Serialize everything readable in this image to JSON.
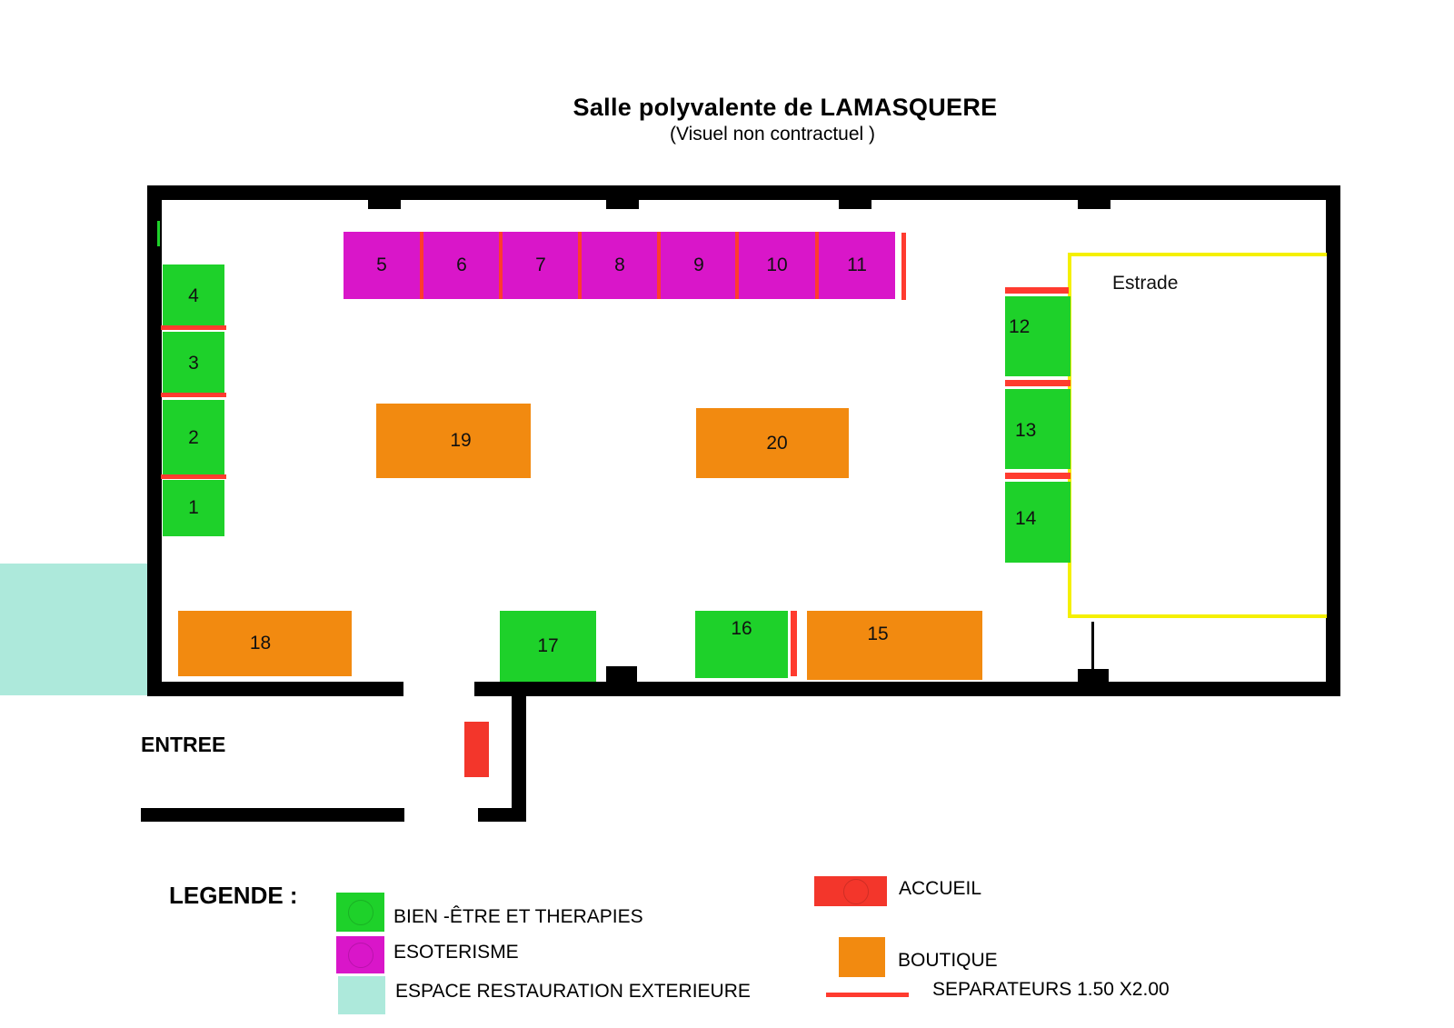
{
  "header": {
    "title": "Salle polyvalente de LAMASQUERE",
    "subtitle": "(Visuel non contractuel )"
  },
  "colors": {
    "bien_etre": "#1ed12a",
    "esoterisme": "#d916c9",
    "boutique": "#f28a10",
    "accueil": "#f3362b",
    "separateur": "#ff3b2f",
    "restauration": "#ade9db",
    "estrade_border": "#f5f000",
    "wall": "#000000"
  },
  "room": {
    "estrade_label": "Estrade",
    "entrance_label": "ENTREE"
  },
  "booths": [
    {
      "id": "1",
      "category": "bien_etre"
    },
    {
      "id": "2",
      "category": "bien_etre"
    },
    {
      "id": "3",
      "category": "bien_etre"
    },
    {
      "id": "4",
      "category": "bien_etre"
    },
    {
      "id": "5",
      "category": "esoterisme"
    },
    {
      "id": "6",
      "category": "esoterisme"
    },
    {
      "id": "7",
      "category": "esoterisme"
    },
    {
      "id": "8",
      "category": "esoterisme"
    },
    {
      "id": "9",
      "category": "esoterisme"
    },
    {
      "id": "10",
      "category": "esoterisme"
    },
    {
      "id": "11",
      "category": "esoterisme"
    },
    {
      "id": "12",
      "category": "bien_etre"
    },
    {
      "id": "13",
      "category": "bien_etre"
    },
    {
      "id": "14",
      "category": "bien_etre"
    },
    {
      "id": "15",
      "category": "boutique"
    },
    {
      "id": "16",
      "category": "bien_etre"
    },
    {
      "id": "17",
      "category": "bien_etre"
    },
    {
      "id": "18",
      "category": "boutique"
    },
    {
      "id": "19",
      "category": "boutique"
    },
    {
      "id": "20",
      "category": "boutique"
    }
  ],
  "legend": {
    "heading": "LEGENDE :",
    "items": {
      "bien_etre": "BIEN -ÊTRE ET THERAPIES",
      "esoterisme": "ESOTERISME",
      "restauration": "ESPACE RESTAURATION EXTERIEURE",
      "accueil": "ACCUEIL",
      "boutique": "BOUTIQUE",
      "separateur": "SEPARATEURS 1.50 X2.00"
    }
  }
}
